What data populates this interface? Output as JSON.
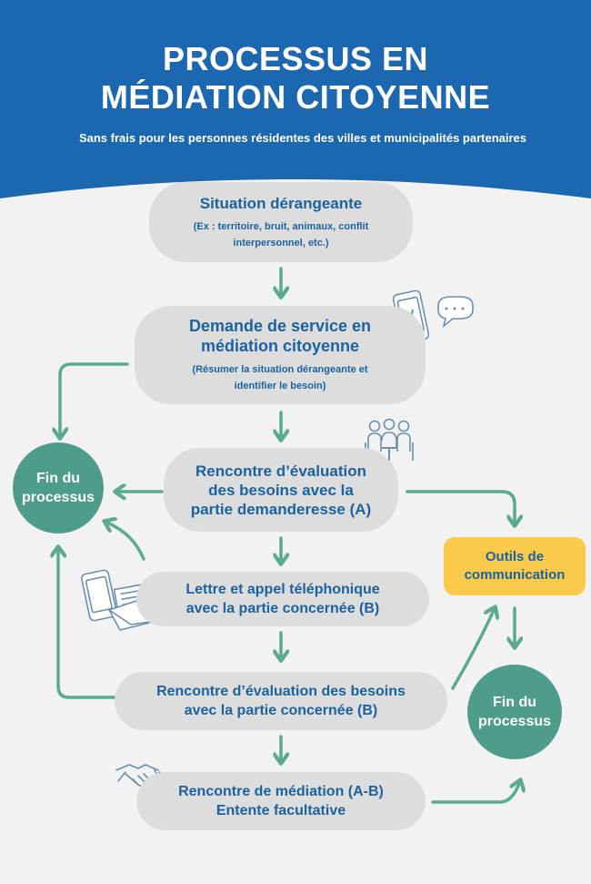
{
  "header": {
    "title_line1": "PROCESSUS EN",
    "title_line2": "MÉDIATION CITOYENNE",
    "subtitle": "Sans frais pour les personnes résidentes des villes et municipalités partenaires"
  },
  "steps": {
    "situation": {
      "title": "Situation dérangeante",
      "note_line1": "(Ex : territoire, bruit, animaux, conflit",
      "note_line2": "interpersonnel, etc.)"
    },
    "demande": {
      "title_line1": "Demande de service en",
      "title_line2": "médiation citoyenne",
      "note_line1": "(Résumer la situation dérangeante et",
      "note_line2": "identifier le besoin)"
    },
    "evaluation_a": {
      "line1": "Rencontre d’évaluation",
      "line2": "des besoins avec la",
      "line3": "partie demanderesse (A)"
    },
    "lettre": {
      "line1": "Lettre et appel téléphonique",
      "line2": "avec la partie concernée (B)"
    },
    "evaluation_b": {
      "line1": "Rencontre d’évaluation des besoins",
      "line2": "avec la partie concernée (B)"
    },
    "mediation": {
      "line1": "Rencontre de médiation (A-B)",
      "line2": "Entente facultative"
    }
  },
  "end_left": {
    "line1": "Fin du",
    "line2": "processus"
  },
  "end_right": {
    "line1": "Fin du",
    "line2": "processus"
  },
  "tools": {
    "line1": "Outils de",
    "line2": "communication"
  },
  "colors": {
    "header_blue": "#1c68b0",
    "pill_grey": "#dddddd",
    "text_blue": "#1b62a0",
    "teal": "#4e9d8b",
    "arrow_teal": "#5aaa93",
    "yellow": "#fcca4a",
    "icon_line": "#6b8fb0"
  },
  "icons": [
    "smartphone-icon",
    "speech-bubble-icon",
    "meeting-people-icon",
    "letter-envelope-icon",
    "handshake-icon"
  ]
}
